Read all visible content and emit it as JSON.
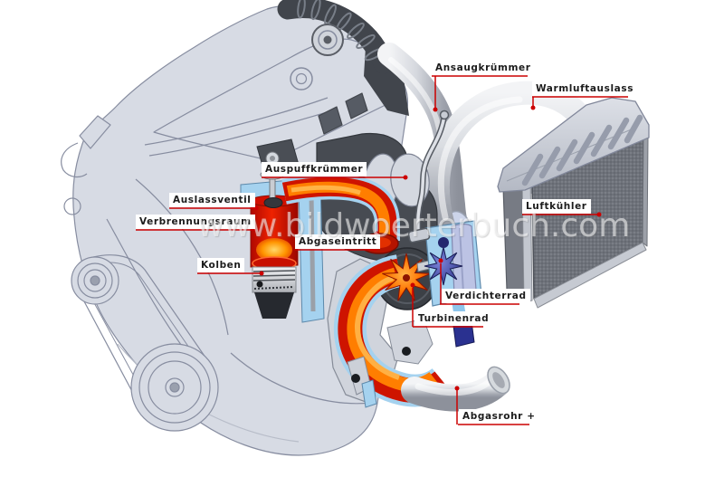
{
  "diagram": {
    "title_hint": "turbocharged engine cutaway",
    "watermark": "www.bildwoerterbuch.com",
    "labels": {
      "ansaugkruemmer": "Ansaugkrümmer",
      "warmluftauslass": "Warmluftauslass",
      "auspuffkruemmer": "Auspuffkrümmer",
      "auslassventil": "Auslassventil",
      "verbrennungsraum": "Verbrennungsraum",
      "kolben": "Kolben",
      "abgaseintritt": "Abgaseintritt",
      "luftkuehler": "Luftkühler",
      "verdichterrad": "Verdichterrad",
      "turbinenrad": "Turbinenrad",
      "abgasrohr": "Abgasrohr +"
    },
    "colors": {
      "leader_red": "#cc0000",
      "hot_red": "#ce1400",
      "hot_orange": "#ff7e00",
      "coolant_blue": "#a5d2ef",
      "engine_gray": "#d7dbe4",
      "label_text": "#1c1c1c"
    }
  }
}
